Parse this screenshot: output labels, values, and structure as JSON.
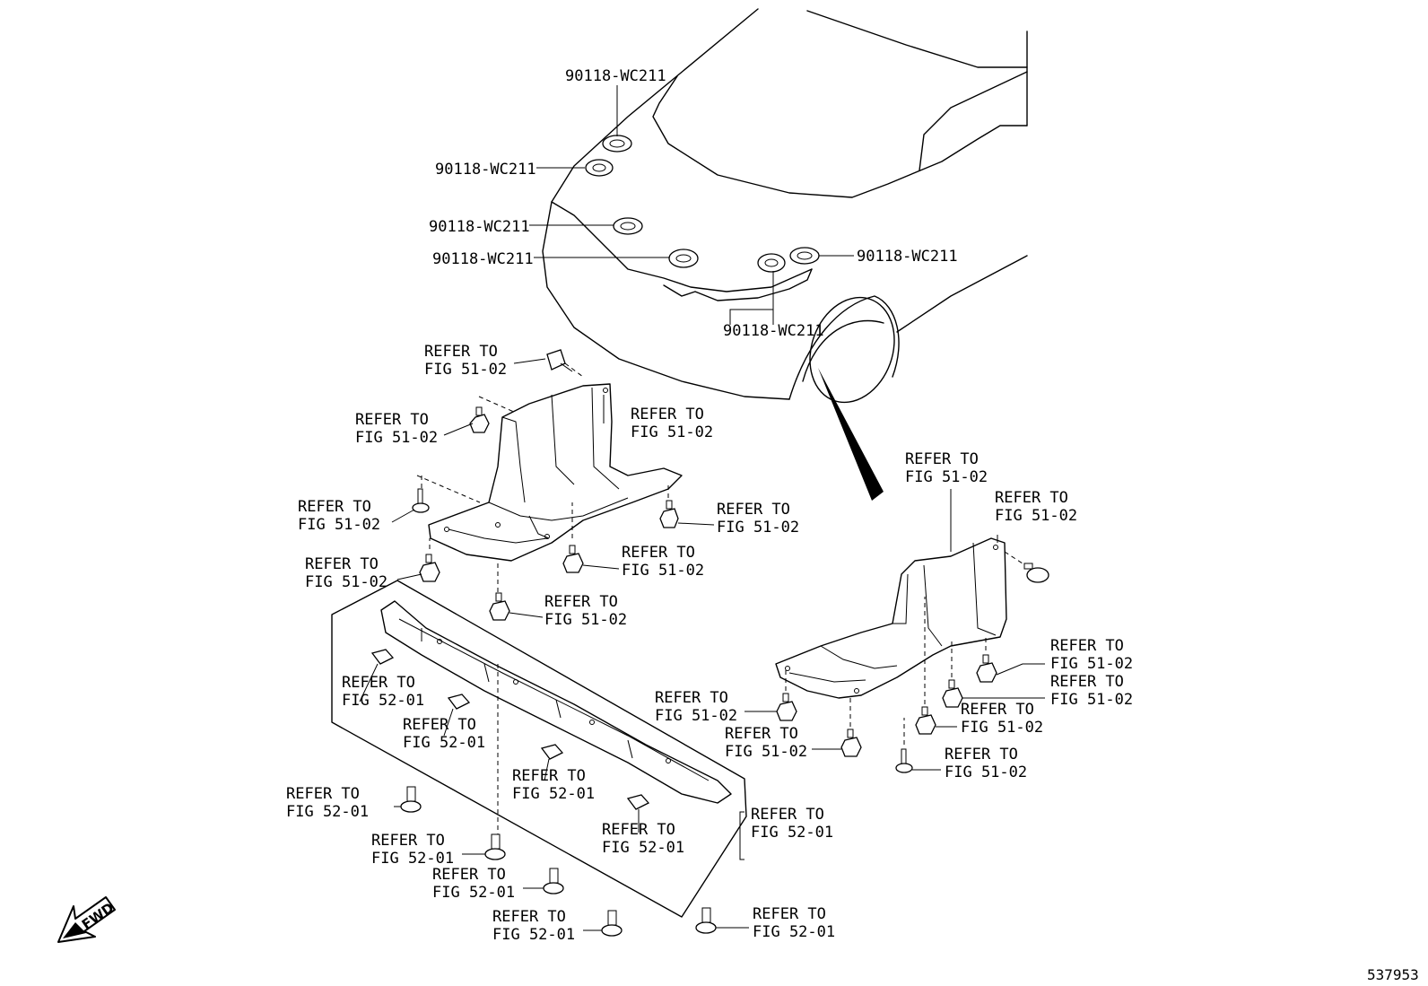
{
  "grommet_part_no": "90118-WC211",
  "refer_line": "REFER TO",
  "fig_51": "FIG 51-02",
  "fig_52": "FIG 52-01",
  "fwd_label": "FWD",
  "illustration_no": "537953"
}
